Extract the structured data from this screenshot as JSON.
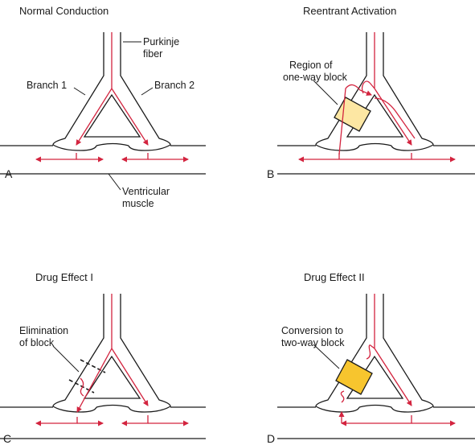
{
  "colors": {
    "outline": "#1a1a1a",
    "conduction": "#d3243f",
    "one_way_block_fill": "#fde7a3",
    "two_way_block_fill": "#f7c52e"
  },
  "panels": {
    "A": {
      "letter": "A",
      "title": "Normal Conduction",
      "labels": {
        "purkinje_line1": "Purkinje",
        "purkinje_line2": "fiber",
        "branch1": "Branch 1",
        "branch2": "Branch 2",
        "ventricular_line1": "Ventricular",
        "ventricular_line2": "muscle"
      }
    },
    "B": {
      "letter": "B",
      "title": "Reentrant Activation",
      "labels": {
        "region_line1": "Region of",
        "region_line2": "one-way block"
      }
    },
    "C": {
      "letter": "C",
      "title": "Drug Effect I",
      "labels": {
        "elimination_line1": "Elimination",
        "elimination_line2": "of block"
      }
    },
    "D": {
      "letter": "D",
      "title": "Drug Effect II",
      "labels": {
        "conversion_line1": "Conversion to",
        "conversion_line2": "two-way block"
      }
    }
  }
}
